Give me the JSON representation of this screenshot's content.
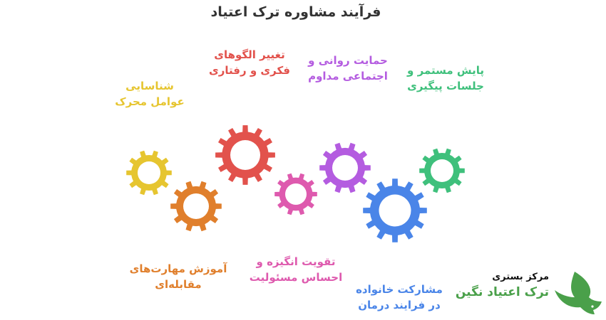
{
  "title": "فرآیند مشاوره ترک اعتیاد",
  "steps": [
    {
      "line1": "شناسایی",
      "line2": "عوامل محرک",
      "color": "#e6c530"
    },
    {
      "line1": "آموزش مهارت‌های",
      "line2": "مقابله‌ای",
      "color": "#e07f2c"
    },
    {
      "line1": "تغییر الگوهای",
      "line2": "فکری و رفتاری",
      "color": "#e2524c"
    },
    {
      "line1": "تقویت انگیزه و",
      "line2": "احساس مسئولیت",
      "color": "#de5aae"
    },
    {
      "line1": "حمایت روانی و",
      "line2": "اجتماعی مداوم",
      "color": "#b45ce0"
    },
    {
      "line1": "مشارکت خانواده",
      "line2": "در فرایند درمان",
      "color": "#4a85e8"
    },
    {
      "line1": "پایش مستمر و",
      "line2": "جلسات پیگیری",
      "color": "#3fc07c"
    }
  ],
  "brand": {
    "subtitle": "مرکز بستری",
    "name": "ترک اعتیاد نگین",
    "color": "#4aa04a"
  }
}
